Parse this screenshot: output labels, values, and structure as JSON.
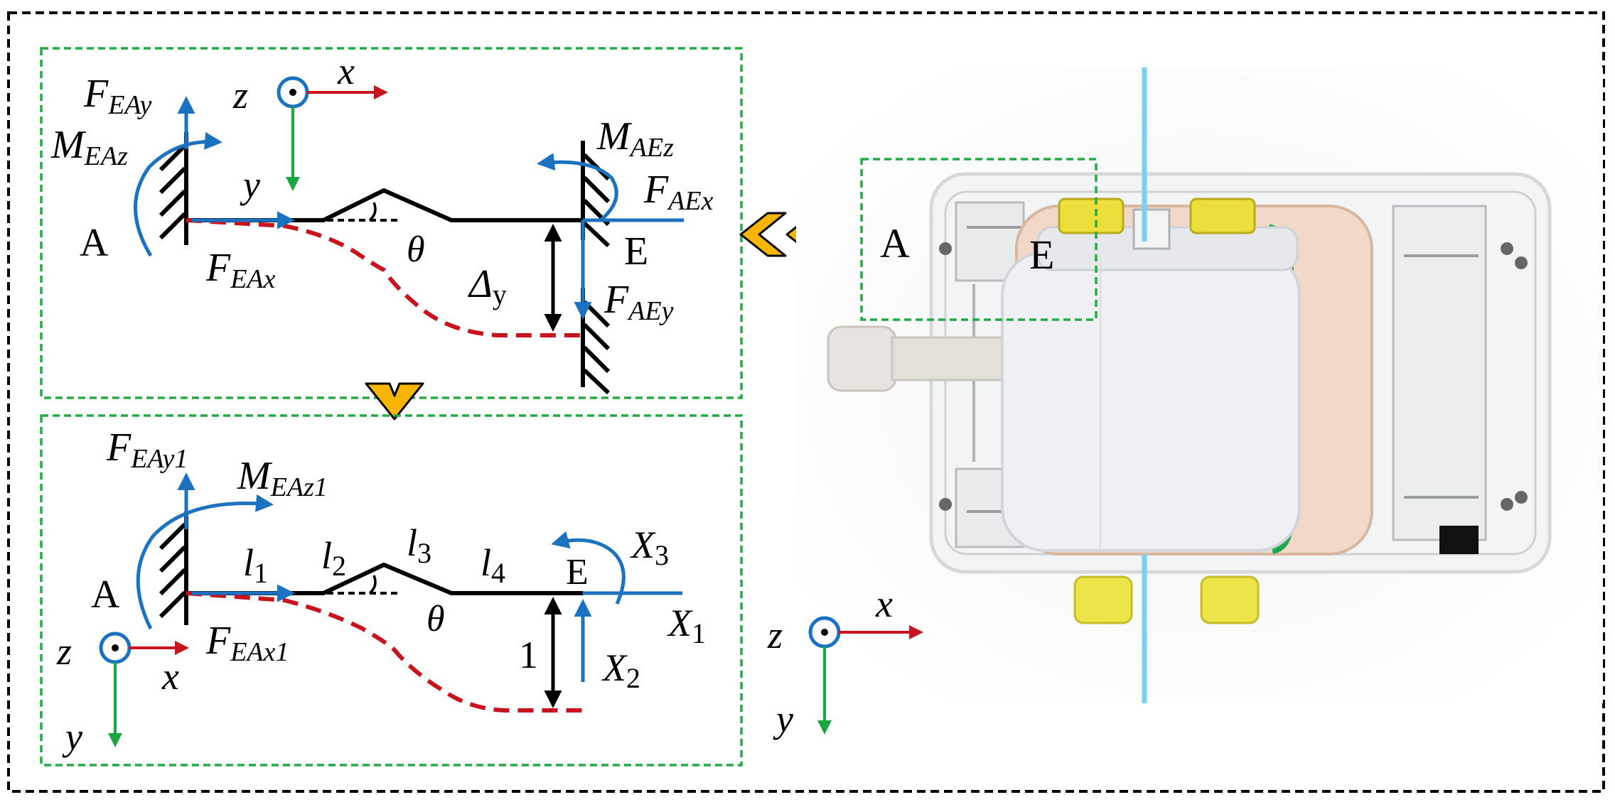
{
  "colors": {
    "blue": "#1a72c0",
    "red": "#c8141e",
    "green": "#1aa640",
    "dash_green": "#22aa44",
    "orange": "#f7b500",
    "cyan": "#7ad0ee"
  },
  "icons": [
    "double-chevron-left-icon",
    "chevron-down-icon"
  ],
  "top_panel": {
    "axes": {
      "z": "z",
      "x": "x",
      "y": "y"
    },
    "point_a": "A",
    "point_e": "E",
    "f_eay": {
      "base": "F",
      "sub": "EAy"
    },
    "m_eaz": {
      "base": "M",
      "sub": "EAz"
    },
    "f_eax": {
      "base": "F",
      "sub": "EAx"
    },
    "m_aez": {
      "base": "M",
      "sub": "AEz"
    },
    "f_aex": {
      "base": "F",
      "sub": "AEx"
    },
    "f_aey": {
      "base": "F",
      "sub": "AEy"
    },
    "theta": "θ",
    "delta": {
      "base": "Δ",
      "sub": "y"
    }
  },
  "bottom_panel": {
    "axes": {
      "z": "z",
      "x": "x",
      "y": "y"
    },
    "point_a": "A",
    "point_e": "E",
    "f_eay1": {
      "base": "F",
      "sub": "EAy1"
    },
    "m_eaz1": {
      "base": "M",
      "sub": "EAz1"
    },
    "f_eax1": {
      "base": "F",
      "sub": "EAx1"
    },
    "l1": {
      "base": "l",
      "sub": "1"
    },
    "l2": {
      "base": "l",
      "sub": "2"
    },
    "l3": {
      "base": "l",
      "sub": "3"
    },
    "l4": {
      "base": "l",
      "sub": "4"
    },
    "theta": "θ",
    "unit": "1",
    "x1": {
      "base": "X",
      "sub": "1"
    },
    "x2": {
      "base": "X",
      "sub": "2"
    },
    "x3": {
      "base": "X",
      "sub": "3"
    }
  },
  "photo_panel": {
    "label_a": "A",
    "label_e": "E",
    "axes": {
      "z": "z",
      "x": "x",
      "y": "y"
    }
  }
}
